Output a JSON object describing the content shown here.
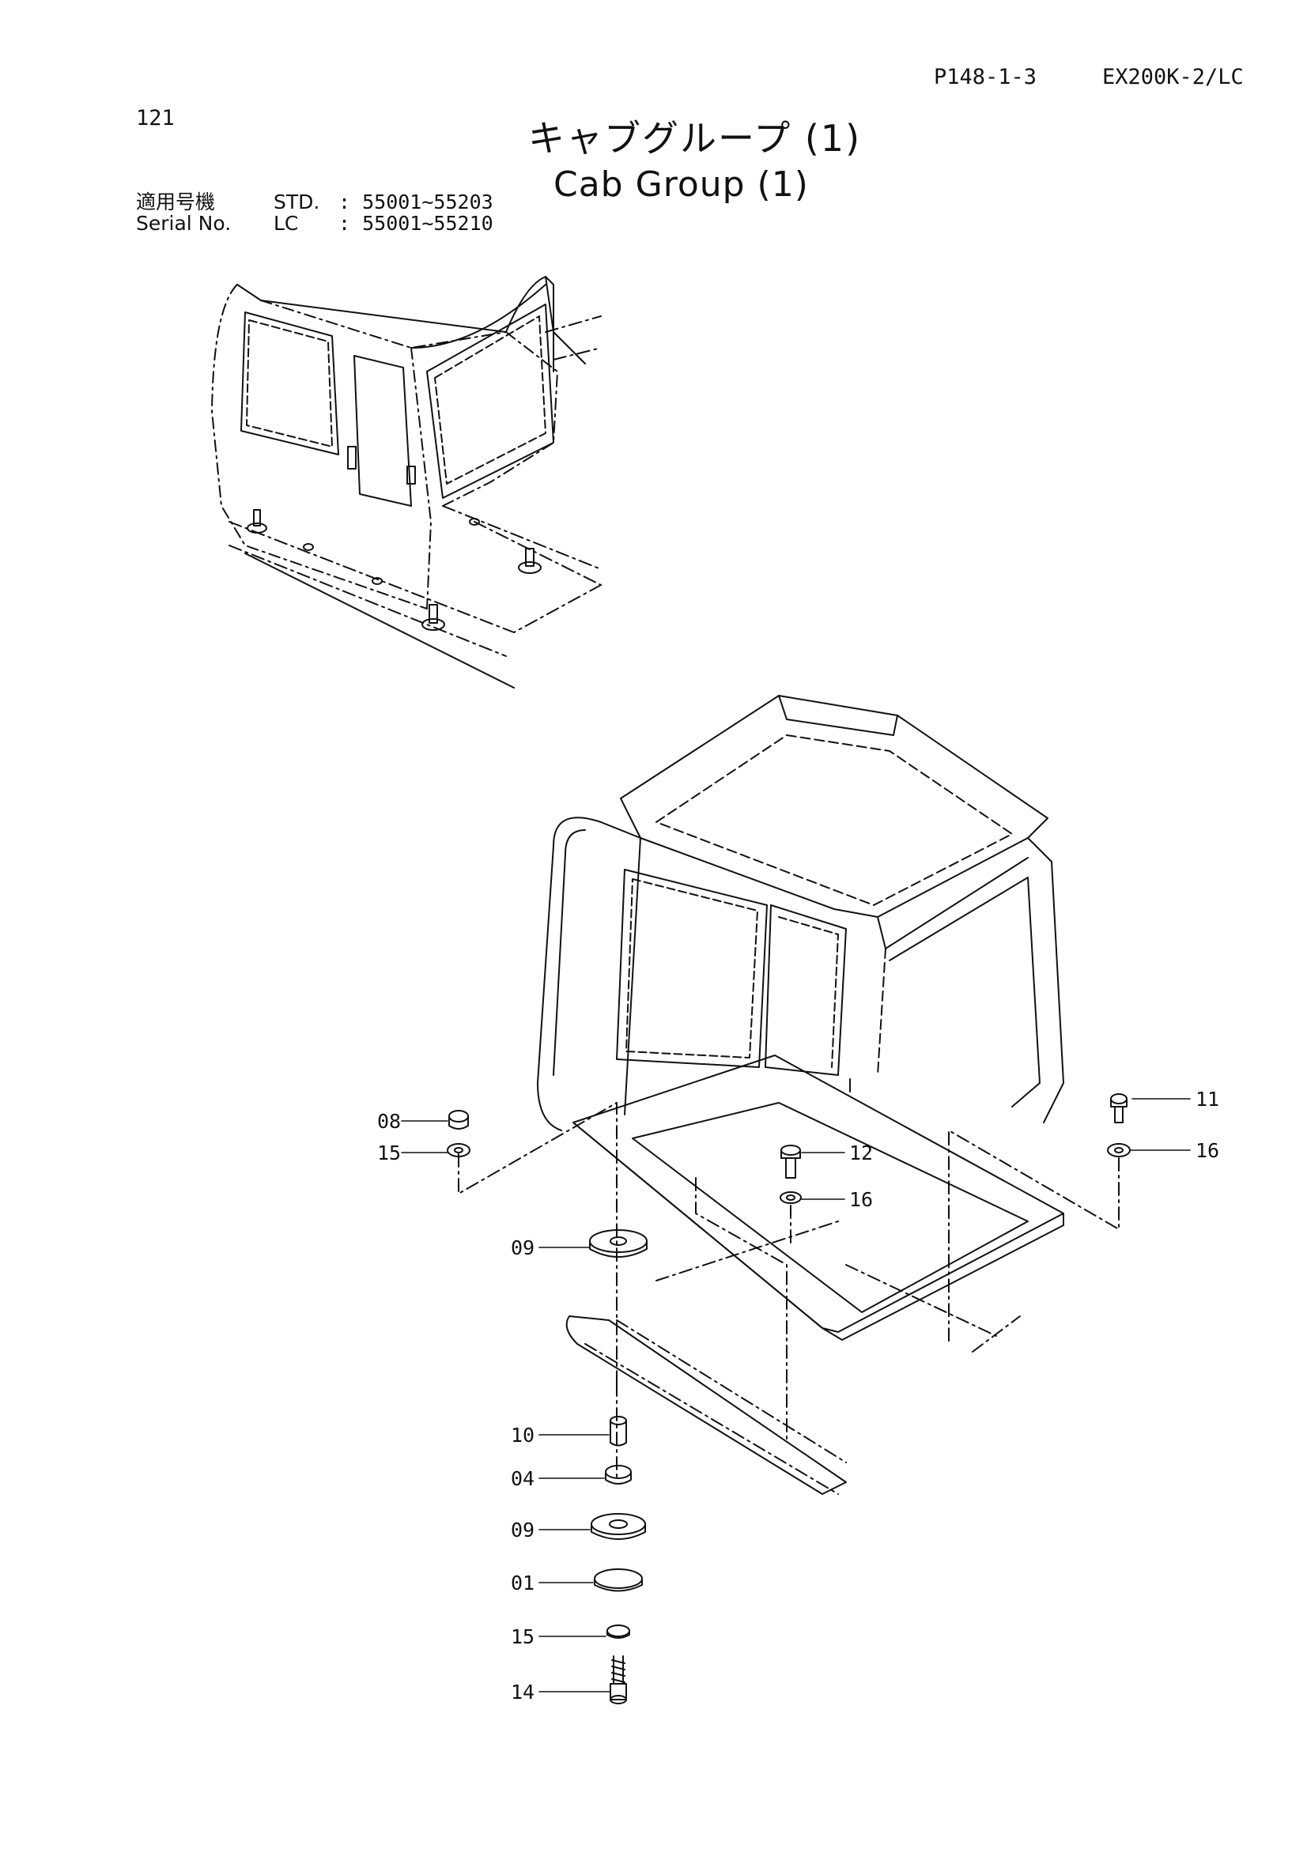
{
  "header": {
    "code": "P148-1-3",
    "model": "EX200K-2/LC"
  },
  "page_number": "121",
  "title": {
    "jp": "キャブグループ (1)",
    "en": "Cab Group (1)"
  },
  "serial": {
    "label_jp": "適用号機",
    "label_en": "Serial No.",
    "rows": [
      {
        "model": "STD.",
        "range": ": 55001~55203"
      },
      {
        "model": "LC",
        "range": ": 55001~55210"
      }
    ]
  },
  "callouts": [
    {
      "id": "08"
    },
    {
      "id": "15"
    },
    {
      "id": "09"
    },
    {
      "id": "11"
    },
    {
      "id": "12"
    },
    {
      "id": "16"
    },
    {
      "id": "16"
    },
    {
      "id": "10"
    },
    {
      "id": "04"
    },
    {
      "id": "09"
    },
    {
      "id": "01"
    },
    {
      "id": "15"
    },
    {
      "id": "14"
    }
  ],
  "colors": {
    "ink": "#111111",
    "background": "#ffffff"
  }
}
